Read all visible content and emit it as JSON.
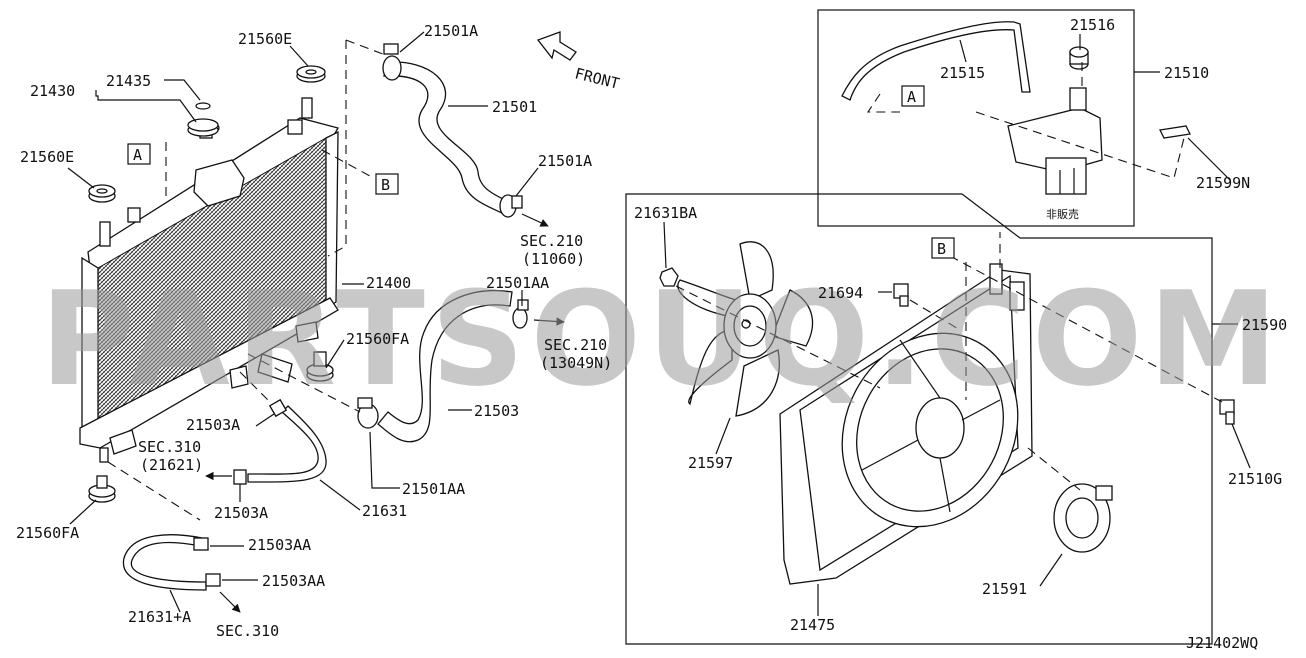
{
  "watermark": "PARTSOUQ.COM",
  "diagram_code": "J21402WQ",
  "front_label": "FRONT",
  "not_for_sale": "非販売",
  "ref_markers": {
    "a": "A",
    "b": "B"
  },
  "sections": {
    "sec210_11060": {
      "line1": "SEC.210",
      "line2": "(11060)"
    },
    "sec210_13049n": {
      "line1": "SEC.210",
      "line2": "(13049N)"
    },
    "sec310_21621": {
      "line1": "SEC.310",
      "line2": "(21621)"
    },
    "sec310": {
      "line1": "SEC.310"
    }
  },
  "parts": {
    "p21560e_top": "21560E",
    "p21435": "21435",
    "p21430": "21430",
    "p21560e_left": "21560E",
    "p21501a_top": "21501A",
    "p21501": "21501",
    "p21501a_mid": "21501A",
    "p21400": "21400",
    "p21501aa_top": "21501AA",
    "p21560fa_mid": "21560FA",
    "p21503": "21503",
    "p21503a_upper": "21503A",
    "p21501aa_bottom": "21501AA",
    "p21503a_lower": "21503A",
    "p21631": "21631",
    "p21560fa_bottom": "21560FA",
    "p21503aa_upper": "21503AA",
    "p21503aa_lower": "21503AA",
    "p21631a": "21631+A",
    "p21515": "21515",
    "p21516": "21516",
    "p21510": "21510",
    "p21599n": "21599N",
    "p21631ba": "21631BA",
    "p21694": "21694",
    "p21590": "21590",
    "p21597": "21597",
    "p21510g": "21510G",
    "p21591": "21591",
    "p21475": "21475"
  }
}
